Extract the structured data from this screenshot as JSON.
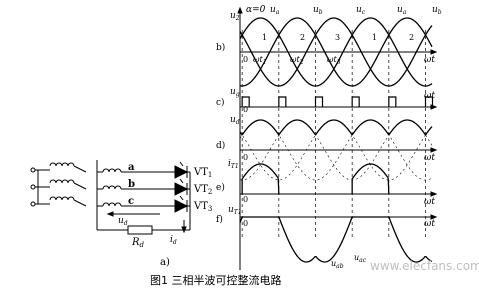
{
  "caption": "图1  三相半波可控整流电路",
  "watermark": "www.elecfans.com",
  "circuit": {
    "panel_label": "a)",
    "phases": [
      "a",
      "b",
      "c"
    ],
    "thyristors": [
      "VT",
      "VT",
      "VT"
    ],
    "thyristor_subs": [
      "1",
      "2",
      "3"
    ],
    "load_resistor": "R",
    "load_resistor_sub": "d",
    "voltage_label": "u",
    "voltage_label_sub": "d",
    "current_label": "i",
    "current_label_sub": "d"
  },
  "waveforms": {
    "axis_label": "ωt",
    "b": {
      "panel": "b)",
      "ylabel": "u",
      "ylabel_sub": "2",
      "alpha": "α=0",
      "phase_labels": [
        "u",
        "u",
        "u",
        "u",
        "u"
      ],
      "phase_subs": [
        "a",
        "b",
        "c",
        "a",
        "b"
      ],
      "zero": "0",
      "omega_ticks": [
        "ωt",
        "ωt",
        "ωt"
      ],
      "omega_subs": [
        "1",
        "2",
        "3"
      ],
      "crossing_numbers": [
        "1",
        "2",
        "3",
        "1",
        "2"
      ]
    },
    "c": {
      "panel": "c)",
      "ylabel": "u",
      "ylabel_sub": "g",
      "zero": "0"
    },
    "d": {
      "panel": "d)",
      "ylabel": "u",
      "ylabel_sub": "d",
      "zero": "0"
    },
    "e": {
      "panel": "e)",
      "ylabel": "i",
      "ylabel_sub": "T1",
      "zero": "0"
    },
    "f": {
      "panel": "f)",
      "ylabel": "u",
      "ylabel_sub": "T1",
      "zero": "0",
      "bottom_label": "u",
      "bottom_label_sub": "ab",
      "bottom_label2": "u",
      "bottom_label2_sub": "ac"
    }
  }
}
